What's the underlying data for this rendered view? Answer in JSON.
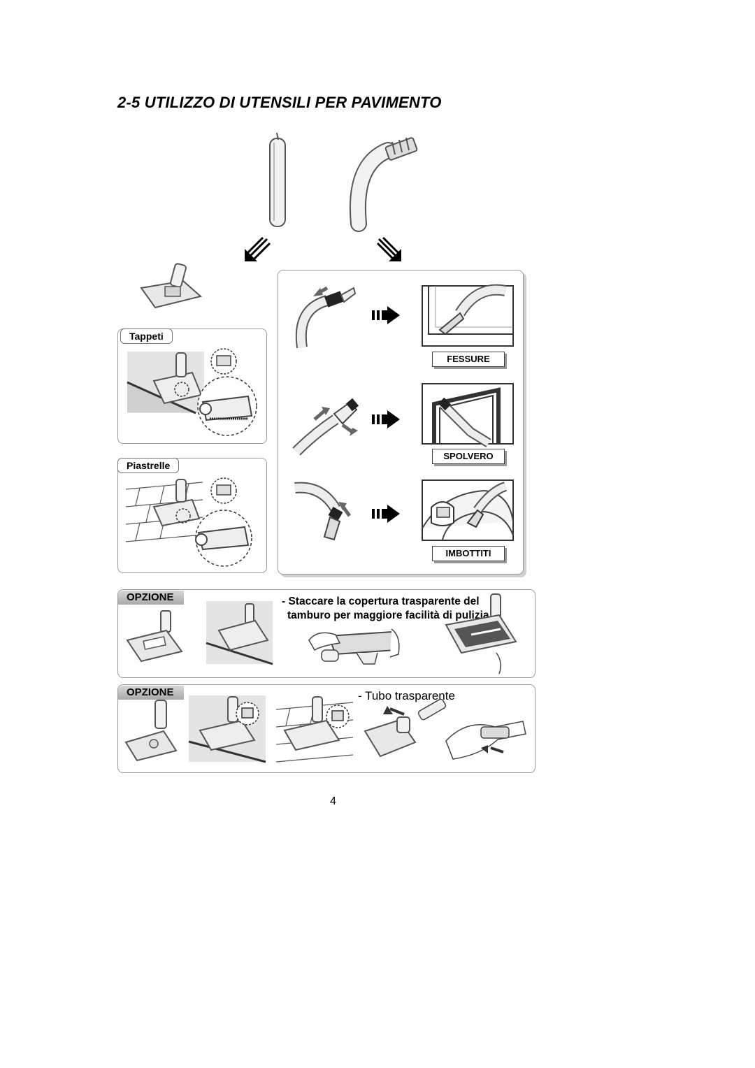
{
  "title": "2-5 UTILIZZO DI UTENSILI PER PAVIMENTO",
  "left_panel": {
    "carpet_label": "Tappeti",
    "tiles_label": "Piastrelle"
  },
  "right_panel": {
    "labels": [
      "FESSURE",
      "SPOLVERO",
      "IMBOTTITI"
    ]
  },
  "option1": {
    "badge": "OPZIONE",
    "note_line1": "- Staccare la copertura trasparente del",
    "note_line2": "tamburo per maggiore facilità di pulizia."
  },
  "option2": {
    "badge": "OPZIONE",
    "note": "- Tubo trasparente"
  },
  "page_number": "4"
}
